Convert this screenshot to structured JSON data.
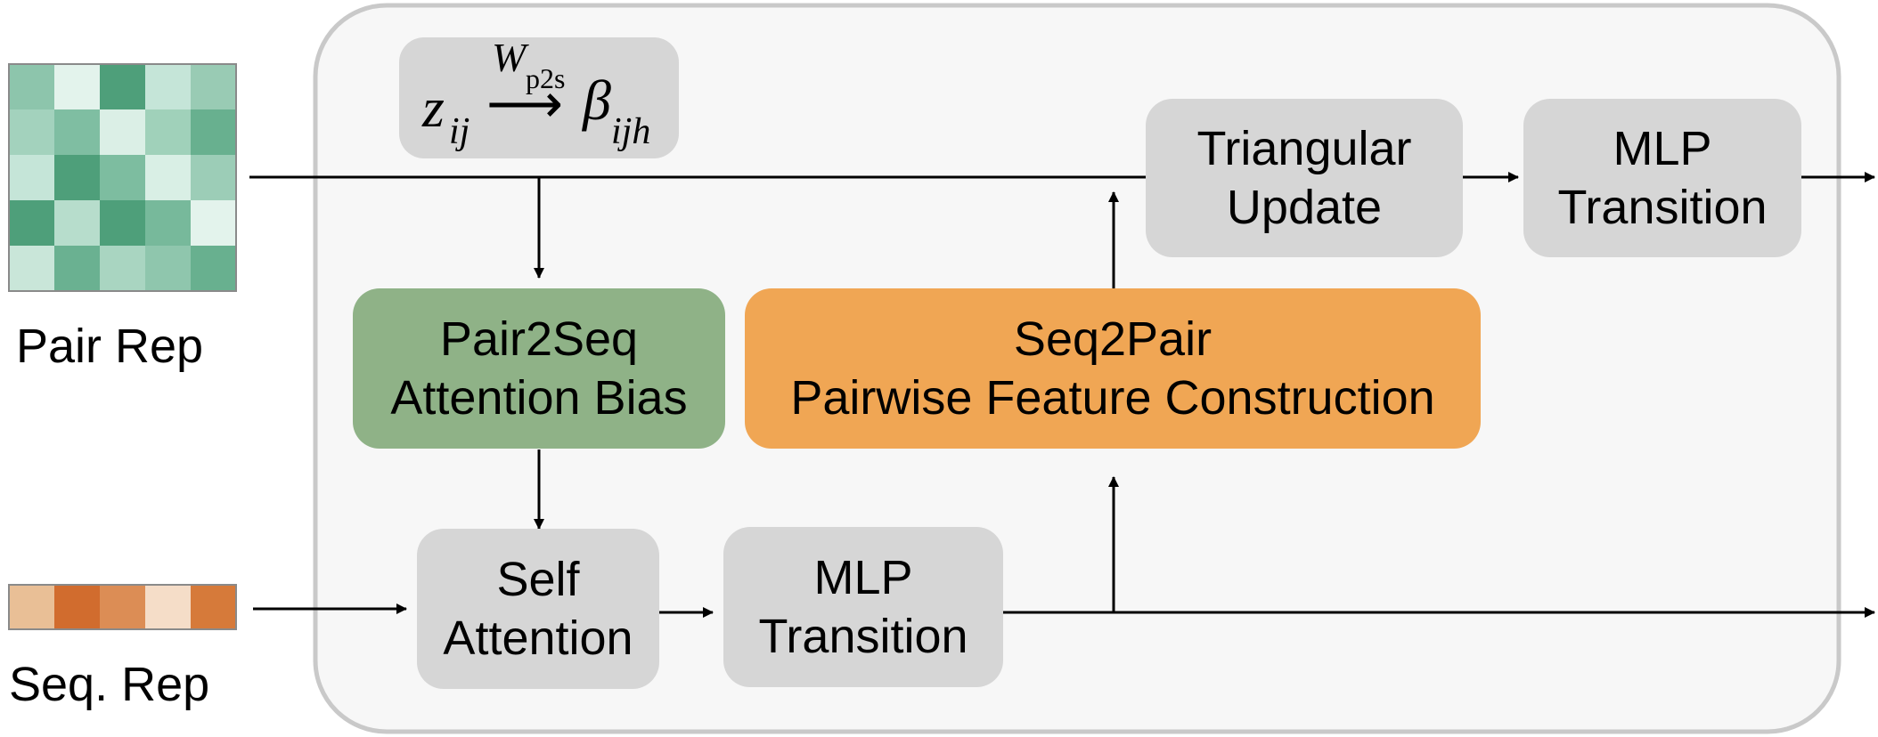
{
  "inputs": {
    "pair_label": "Pair Rep",
    "seq_label": "Seq. Rep"
  },
  "formula": {
    "lhs": "z",
    "lhs_sub": "ij",
    "arrow_label_w": "W",
    "arrow_label_sub": "p2s",
    "arrow": "⟶",
    "rhs": "β",
    "rhs_sub": "ijh"
  },
  "blocks": {
    "triangular_update": [
      "Triangular",
      "Update"
    ],
    "mlp_transition_pair": [
      "MLP",
      "Transition"
    ],
    "pair2seq": [
      "Pair2Seq",
      "Attention Bias"
    ],
    "seq2pair": [
      "Seq2Pair",
      "Pairwise Feature Construction"
    ],
    "self_attention": [
      "Self",
      "Attention"
    ],
    "mlp_transition_seq": [
      "MLP",
      "Transition"
    ]
  },
  "colors": {
    "panel_fill": "#f7f7f7",
    "panel_border": "#c9c9c9",
    "gray_block": "#d6d6d6",
    "green_block": "#8fb287",
    "orange_block": "#f0a654",
    "arrow": "#000000"
  },
  "pair_matrix": {
    "rows": [
      [
        "#8dc5ac",
        "#e3f3ec",
        "#4e9f7a",
        "#c5e5d8",
        "#99cbb4"
      ],
      [
        "#a3d2bd",
        "#7fbea2",
        "#dbefe6",
        "#a0d1ba",
        "#68b08f"
      ],
      [
        "#c5e5d8",
        "#4e9f7a",
        "#7dbda0",
        "#d9efe5",
        "#9ccdb7"
      ],
      [
        "#4e9f7a",
        "#b7ddcc",
        "#4e9f7a",
        "#77b99b",
        "#e3f3ec"
      ],
      [
        "#c9e6d9",
        "#6ab191",
        "#a9d5c1",
        "#8fc6ad",
        "#68b08f"
      ]
    ]
  },
  "seq_vector": {
    "cells": [
      "#e9bf96",
      "#d16c2e",
      "#dc8d55",
      "#f5ddc8",
      "#d67a3a"
    ]
  }
}
